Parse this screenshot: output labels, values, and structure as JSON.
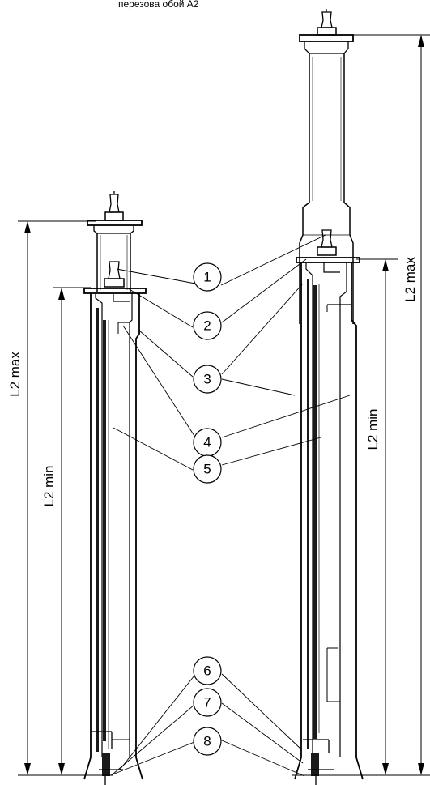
{
  "caption": "перезова обой А2",
  "dimensions": {
    "left_outer": "L2 max",
    "left_inner": "L2 min",
    "right_outer": "L2 max",
    "right_inner": "L2 min"
  },
  "callouts": [
    "1",
    "2",
    "3",
    "4",
    "5",
    "6",
    "7",
    "8"
  ],
  "colors": {
    "line": "#000000",
    "background": "#ffffff",
    "fill_dark": "#1a1a1a"
  }
}
